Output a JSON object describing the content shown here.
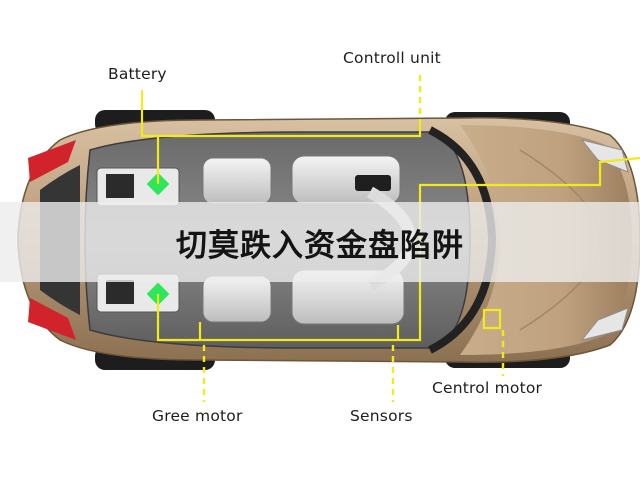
{
  "labels": {
    "battery": "Battery",
    "control_unit": "Controll unit",
    "gree_motor": "Gree motor",
    "sensors": "Sensors",
    "central_motor": "Centrol motor"
  },
  "overlay_text": "切莫跌入资金盘陷阱",
  "colors": {
    "body_paint": "#b89a78",
    "callout_line": "#f2ea1a",
    "battery_marker": "#2ee65a",
    "tail_light": "#d0232c",
    "glass": "#3c3c3c"
  }
}
